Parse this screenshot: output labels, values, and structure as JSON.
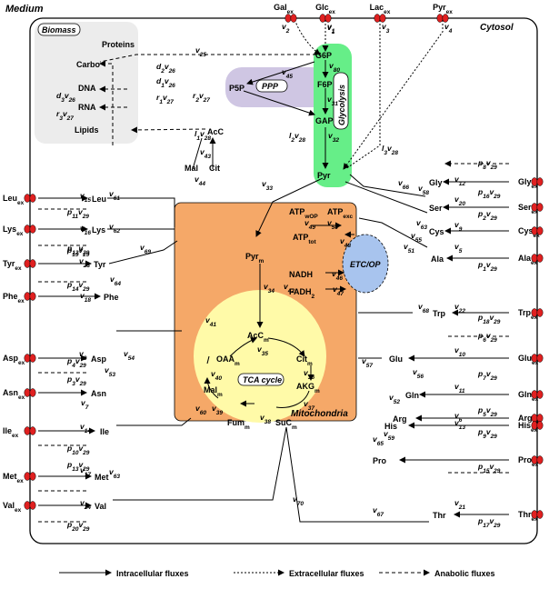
{
  "labels": {
    "medium": "Medium",
    "cytosol": "Cytosol",
    "biomass": "Biomass",
    "mitochondria": "Mitochondria",
    "ppp": "PPP",
    "glycolysis": "Glycolysis",
    "tca": "TCA cycle",
    "etc": "ETC/OP"
  },
  "biomass_items": [
    "Proteins",
    "Carbo",
    "DNA",
    "RNA",
    "Lipids"
  ],
  "extracellular_top": [
    {
      "base": "Gal",
      "sub": "ex",
      "flux": "v2"
    },
    {
      "base": "Glc",
      "sub": "ex",
      "flux": "v1"
    },
    {
      "base": "Lac",
      "sub": "ex",
      "flux": "v3"
    },
    {
      "base": "Pyr",
      "sub": "ex",
      "flux": "v4"
    }
  ],
  "extracellular_left": [
    {
      "base": "Leu",
      "sub": "ex"
    },
    {
      "base": "Lys",
      "sub": "ex"
    },
    {
      "base": "Tyr",
      "sub": "ex"
    },
    {
      "base": "Phe",
      "sub": "ex"
    },
    {
      "base": "Asp",
      "sub": "ex"
    },
    {
      "base": "Asn",
      "sub": "ex"
    },
    {
      "base": "Ile",
      "sub": "ex"
    },
    {
      "base": "Met",
      "sub": "ex"
    },
    {
      "base": "Val",
      "sub": "ex"
    }
  ],
  "extracellular_right": [
    {
      "base": "Gly",
      "sub": "ex"
    },
    {
      "base": "Ser",
      "sub": "ex"
    },
    {
      "base": "Cys",
      "sub": "ex"
    },
    {
      "base": "Ala",
      "sub": "ex"
    },
    {
      "base": "Trp",
      "sub": "ex"
    },
    {
      "base": "Glu",
      "sub": "ex"
    },
    {
      "base": "Gln",
      "sub": "ex"
    },
    {
      "base": "Arg",
      "sub": "ex"
    },
    {
      "base": "His",
      "sub": "ex"
    },
    {
      "base": "Pro",
      "sub": "ex"
    },
    {
      "base": "Thr",
      "sub": "ex"
    }
  ],
  "cytosol_metabolites": [
    "G6P",
    "F6P",
    "GAP",
    "Pyr",
    "P5P",
    "AcC",
    "Mal",
    "Cit",
    "Leu",
    "Lys",
    "Tyr",
    "Phe",
    "Asp",
    "Asn",
    "Ile",
    "Met",
    "Val",
    "Gly",
    "Ser",
    "Cys",
    "Ala",
    "Trp",
    "Glu",
    "Gln",
    "Arg",
    "His",
    "Pro",
    "Thr"
  ],
  "mito_metabolites": [
    {
      "base": "Pyr",
      "sub": "m"
    },
    {
      "base": "AcC",
      "sub": "m"
    },
    {
      "base": "OAA",
      "sub": "m"
    },
    {
      "base": "Cit",
      "sub": "m"
    },
    {
      "base": "AKG",
      "sub": "m"
    },
    {
      "base": "Mal",
      "sub": "m"
    },
    {
      "base": "Fum",
      "sub": "m"
    },
    {
      "base": "SuC",
      "sub": "m"
    }
  ],
  "energy": [
    {
      "base": "ATP",
      "sub": "wOP"
    },
    {
      "base": "ATP",
      "sub": "exc"
    },
    {
      "base": "ATP",
      "sub": "tot"
    },
    {
      "base": "NADH",
      "sub": ""
    },
    {
      "base": "FADH",
      "sub": "2"
    }
  ],
  "anabolic_fluxes": [
    "p11v29",
    "p12v29",
    "p13v29",
    "p14v29",
    "p4v29",
    "p3v29",
    "p10v29",
    "p19v29",
    "p20v29",
    "p8v29",
    "p16v29",
    "p2v29",
    "p1v29",
    "p18v29",
    "p6v29",
    "p7v29",
    "p5v29",
    "p9v29",
    "p15v29",
    "p17v29",
    "d2v26",
    "d1v26",
    "d3v26",
    "r2v27",
    "r1v27",
    "r3v27",
    "l1v28",
    "l2v28",
    "l3v28"
  ],
  "legend": [
    {
      "label": "Intracellular fluxes",
      "style": "solid"
    },
    {
      "label": "Extracellular fluxes",
      "style": "dotted"
    },
    {
      "label": "Anabolic fluxes",
      "style": "dashed"
    }
  ],
  "colors": {
    "biomass": "#ececec",
    "ppp": "#cfc6e3",
    "glycolysis": "#66ee88",
    "mitochondria": "#f5a868",
    "tca": "#fffaa8",
    "etc": "#a8c4ee",
    "transporter": "#e02020"
  }
}
